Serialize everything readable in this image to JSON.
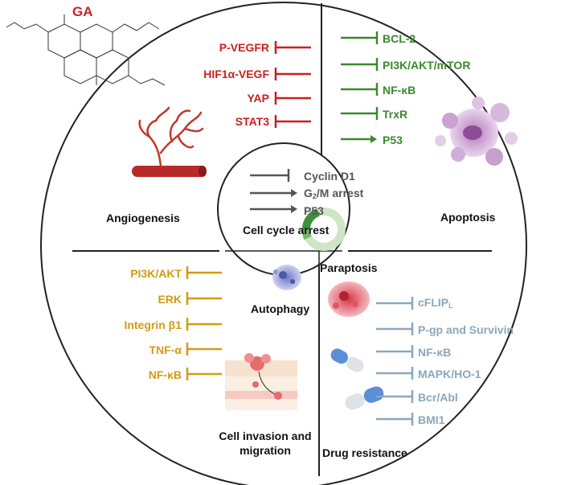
{
  "compound_label": "GA",
  "sections": {
    "angiogenesis": {
      "title": "Angiogenesis",
      "targets": [
        "P-VEGFR",
        "HIF1α-VEGF",
        "YAP",
        "STAT3"
      ],
      "color": "#cc1f1f"
    },
    "apoptosis": {
      "title": "Apoptosis",
      "targets": [
        "BCL-2",
        "PI3K/AKT/mTOR",
        "NF-κB",
        "TrxR",
        "P53"
      ],
      "color": "#3a8a2c"
    },
    "cell_cycle": {
      "title": "Cell cycle arrest",
      "cyclin": "Cyclin D1",
      "g2m_prefix": "G",
      "g2m_sub": "2",
      "g2m_suffix": "/M arrest",
      "p53": "P53",
      "color": "#555555"
    },
    "autophagy": {
      "title": "Autophagy"
    },
    "paraptosis": {
      "title": "Paraptosis"
    },
    "invasion": {
      "title_line1": "Cell invasion and",
      "title_line2": "migration",
      "targets": [
        "PI3K/AKT",
        "ERK",
        "Integrin β1",
        "TNF-α",
        "NF-κB"
      ],
      "color": "#d49a14"
    },
    "drug_resistance": {
      "title": "Drug resistance",
      "cflip_main": "cFLIP",
      "cflip_sub": "L",
      "targets_rest": [
        "P-gp and Survivin",
        "NF-κB",
        "MAPK/HO-1",
        "Bcr/Abl",
        "BMI1"
      ],
      "color": "#8aa7bd"
    }
  }
}
